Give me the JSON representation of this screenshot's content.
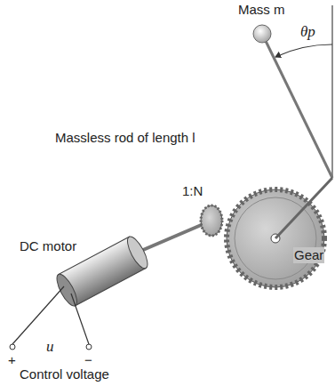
{
  "diagram": {
    "labels": [
      "Mass m",
      "θp",
      "Massless rod of length l",
      "1:N",
      "DC motor",
      "Gear",
      "+",
      "u",
      "−",
      "Control voltage"
    ]
  }
}
